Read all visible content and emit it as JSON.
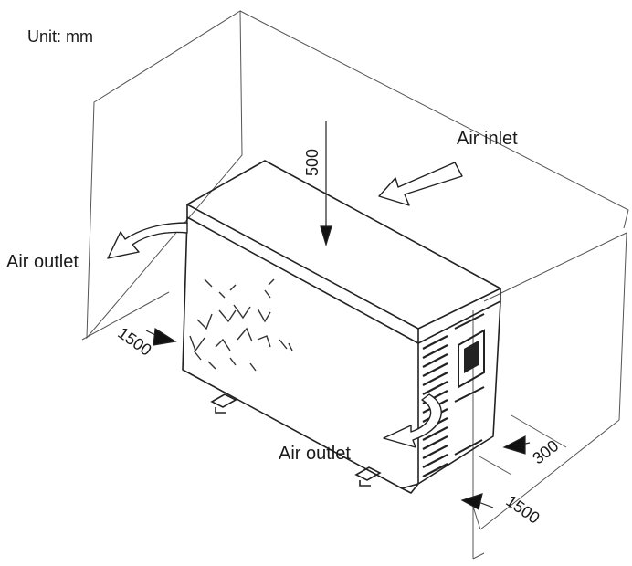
{
  "unit_label": "Unit: mm",
  "labels": {
    "air_inlet": "Air inlet",
    "air_outlet_left": "Air outlet",
    "air_outlet_right": "Air outlet"
  },
  "dimensions": {
    "top_clearance": "500",
    "left_clearance": "1500",
    "rear_clearance": "300",
    "front_clearance": "1500"
  },
  "colors": {
    "line": "#222222",
    "background": "#ffffff"
  }
}
